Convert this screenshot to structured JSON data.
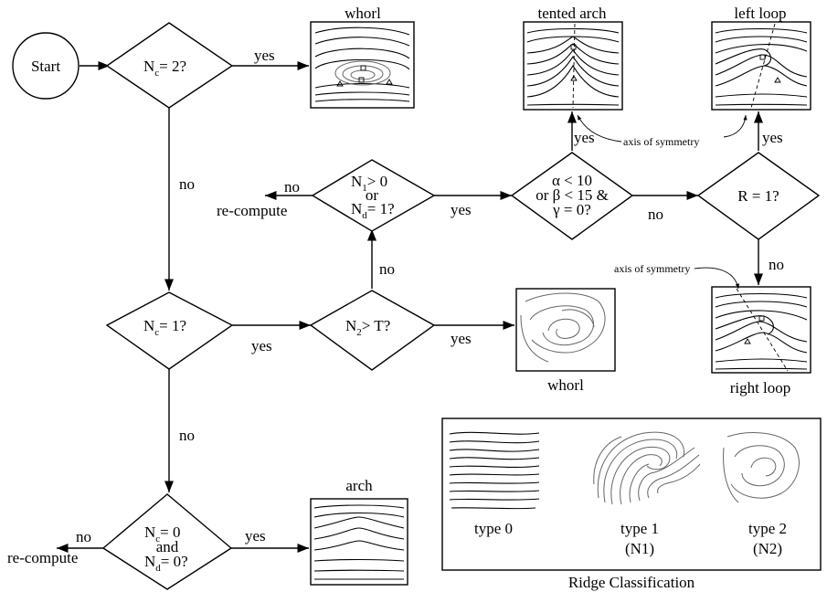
{
  "nodes": {
    "start": "Start",
    "nc2": {
      "main": "N",
      "sub": "c",
      "rest": "= 2?"
    },
    "nc1": {
      "main": "N",
      "sub": "c",
      "rest": "= 1?"
    },
    "nc0": {
      "line1_main": "N",
      "line1_sub": "c",
      "line1_rest": "= 0",
      "and": "and",
      "line2_main": "N",
      "line2_sub": "d",
      "line2_rest": "= 0?"
    },
    "n1": {
      "line1_main": "N",
      "line1_sub": "1",
      "line1_rest": "> 0",
      "or": "or",
      "line2_main": "N",
      "line2_sub": "d",
      "line2_rest": "= 1?"
    },
    "n2t": {
      "main": "N",
      "sub": "2",
      "rest": "> T?"
    },
    "alpha": {
      "line1": "α < 10",
      "line2": "or β < 15 &",
      "line3": "γ = 0?"
    },
    "r1": "R = 1?"
  },
  "edge_labels": {
    "yes_whorl_top": "yes",
    "no_nc2": "no",
    "no_nc1": "no",
    "yes_nc1": "yes",
    "yes_n2t": "yes",
    "no_n2t": "no",
    "yes_n1": "yes",
    "no_n1": "no",
    "recompute_n1": "re-compute",
    "yes_alpha": "yes",
    "no_alpha": "no",
    "yes_r1": "yes",
    "no_r1": "no",
    "yes_nc0": "yes",
    "no_nc0": "no",
    "recompute_nc0": "re-compute"
  },
  "outcomes": {
    "whorl_top": "whorl",
    "tented_arch": "tented arch",
    "left_loop": "left loop",
    "whorl_mid": "whorl",
    "right_loop": "right loop",
    "arch": "arch"
  },
  "annotations": {
    "axis_top": "axis of symmetry",
    "axis_right": "axis of symmetry"
  },
  "ridge_classification": {
    "title": "Ridge Classification",
    "types": [
      {
        "label": "type 0",
        "note": ""
      },
      {
        "label": "type 1",
        "note": "(N1)"
      },
      {
        "label": "type 2",
        "note": "(N2)"
      }
    ]
  }
}
